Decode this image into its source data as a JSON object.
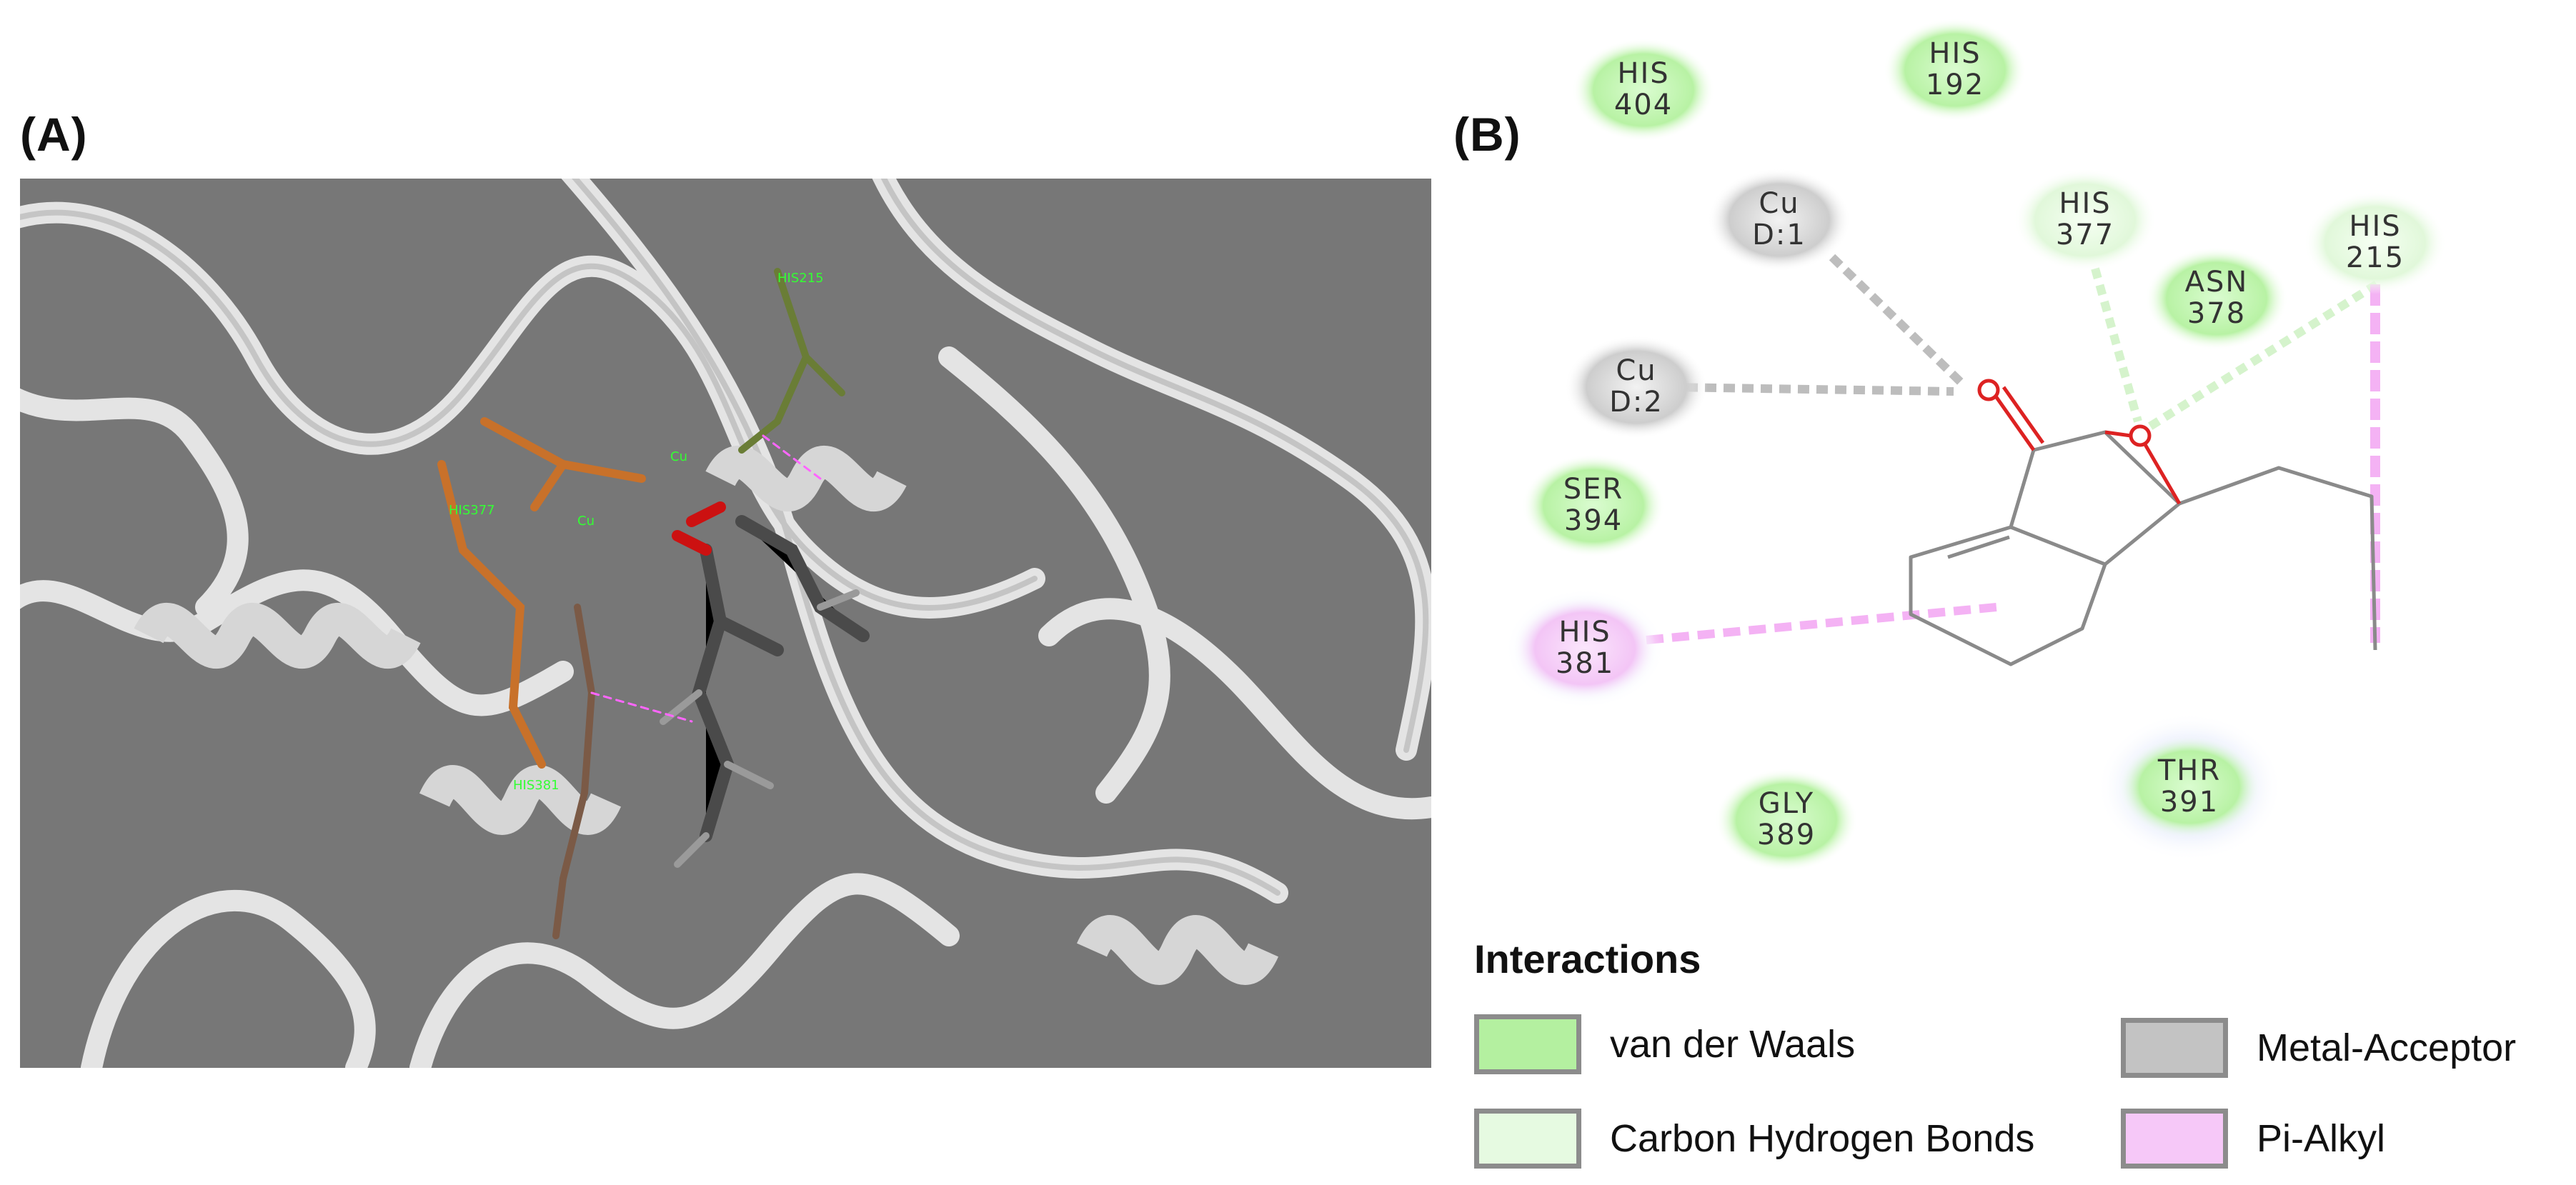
{
  "panels": {
    "a_label": "(A)",
    "b_label": "(B)"
  },
  "panel_a": {
    "residue_tags": [
      "HIS215",
      "HIS377",
      "Cu",
      "Cu",
      "HIS381"
    ]
  },
  "residues": [
    {
      "id": "his404",
      "line1": "HIS",
      "line2": "404",
      "type": "van der Waals"
    },
    {
      "id": "his192",
      "line1": "HIS",
      "line2": "192",
      "type": "van der Waals"
    },
    {
      "id": "cud1",
      "line1": "Cu",
      "line2": "D:1",
      "type": "Metal-Acceptor"
    },
    {
      "id": "his377",
      "line1": "HIS",
      "line2": "377",
      "type": "Carbon Hydrogen Bonds"
    },
    {
      "id": "asn378",
      "line1": "ASN",
      "line2": "378",
      "type": "van der Waals"
    },
    {
      "id": "his215",
      "line1": "HIS",
      "line2": "215",
      "type": "Carbon Hydrogen Bonds"
    },
    {
      "id": "cud2",
      "line1": "Cu",
      "line2": "D:2",
      "type": "Metal-Acceptor"
    },
    {
      "id": "ser394",
      "line1": "SER",
      "line2": "394",
      "type": "van der Waals"
    },
    {
      "id": "his381",
      "line1": "HIS",
      "line2": "381",
      "type": "Pi-Alkyl"
    },
    {
      "id": "gly389",
      "line1": "GLY",
      "line2": "389",
      "type": "van der Waals"
    },
    {
      "id": "thr391",
      "line1": "THR",
      "line2": "391",
      "type": "van der Waals"
    }
  ],
  "legend": {
    "title": "Interactions",
    "items": [
      {
        "label": "van der Waals",
        "color": "#b4f0a0"
      },
      {
        "label": "Carbon Hydrogen Bonds",
        "color": "#e6fae1"
      },
      {
        "label": "Metal-Acceptor",
        "color": "#c3c3c3"
      },
      {
        "label": "Pi-Alkyl",
        "color": "#f6c8f8"
      }
    ]
  }
}
